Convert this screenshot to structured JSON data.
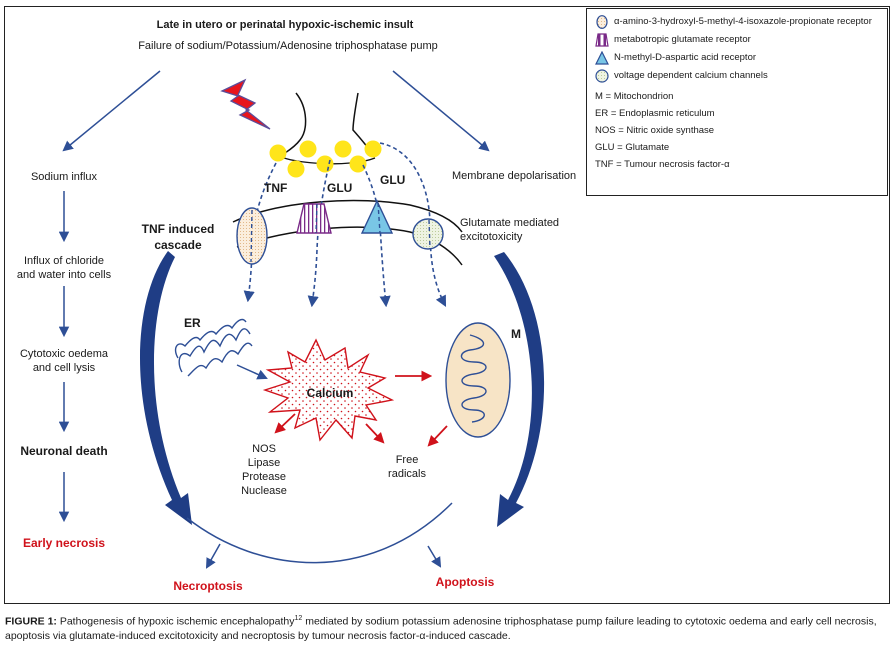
{
  "header": {
    "title": "Late in utero or perinatal hypoxic-ischemic insult",
    "subtitle": "Failure of sodium/Potassium/Adenosine triphosphatase pump"
  },
  "left_path": {
    "steps": [
      "Sodium influx",
      "Influx of chloride",
      "and water into cells",
      "Cytotoxic oedema",
      "and cell lysis",
      "Neuronal death"
    ],
    "outcome": "Early necrosis"
  },
  "right_path": {
    "step1": "Membrane depolarisation",
    "step2_line1": "Glutamate mediated",
    "step2_line2": "excitotoxicity"
  },
  "center": {
    "tnf_cascade_line1": "TNF induced",
    "tnf_cascade_line2": "cascade",
    "label_tnf": "TNF",
    "label_glu1": "GLU",
    "label_glu2": "GLU",
    "label_er": "ER",
    "label_m": "M",
    "calcium": "Calcium",
    "enzymes": [
      "NOS",
      "Lipase",
      "Protease",
      "Nuclease"
    ],
    "free_radicals_line1": "Free",
    "free_radicals_line2": "radicals",
    "outcome_left": "Necroptosis",
    "outcome_right": "Apoptosis"
  },
  "legend": {
    "items": [
      {
        "icon": "ampa-receptor-icon",
        "label": "α-amino-3-hydroxyl-5-methyl-4-isoxazole-propionate receptor"
      },
      {
        "icon": "metabotropic-receptor-icon",
        "label": "metabotropic glutamate receptor"
      },
      {
        "icon": "nmda-receptor-icon",
        "label": "N-methyl-D-aspartic acid receptor"
      },
      {
        "icon": "calcium-channel-icon",
        "label": "voltage dependent calcium channels"
      }
    ],
    "abbreviations": [
      "M = Mitochondrion",
      "ER = Endoplasmic reticulum",
      "NOS = Nitric oxide synthase",
      "GLU = Glutamate",
      "TNF = Tumour necrosis factor-α"
    ]
  },
  "caption": {
    "label": "FIGURE 1:",
    "text_part1": " Pathogenesis of hypoxic ischemic encephalopathy",
    "reference": "12",
    "text_part2": " mediated by sodium potassium adenosine triphosphatase pump failure leading to cytotoxic oedema and early cell necrosis, apoptosis via glutamate-induced excitotoxicity and necroptosis by tumour necrosis factor-α-induced cascade."
  },
  "colors": {
    "arrow_blue": "#2e4f96",
    "dark_blue": "#1f3d85",
    "red": "#d0121b",
    "outcome_red": "#d0121b",
    "vesicle_yellow": "#ffe51a",
    "mito_fill": "#f7e4c6",
    "nmda_fill": "#79c6e6",
    "metabotropic_stripe": "#7a2a88"
  }
}
